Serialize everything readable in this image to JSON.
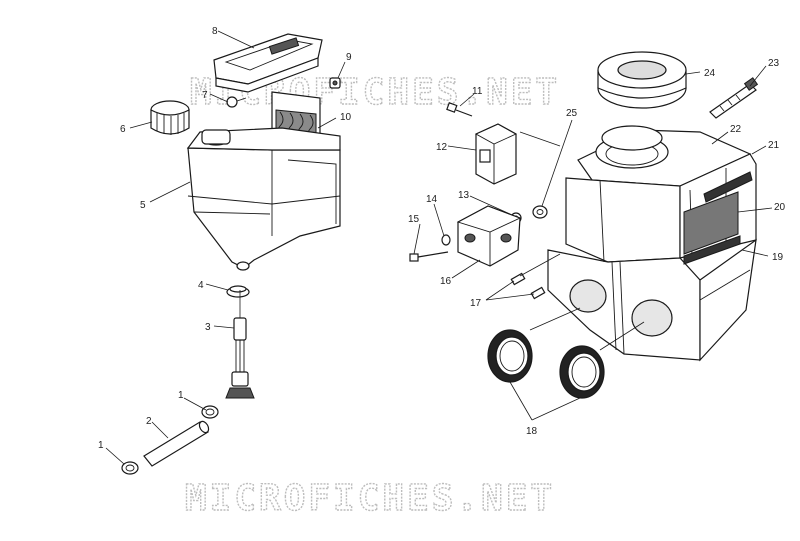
{
  "watermark": "MICROFICHES.NET",
  "callouts": {
    "c1a": "1",
    "c1b": "1",
    "c2": "2",
    "c3": "3",
    "c4": "4",
    "c5": "5",
    "c6": "6",
    "c7": "7",
    "c8": "8",
    "c9": "9",
    "c10": "10",
    "c11": "11",
    "c12": "12",
    "c13": "13",
    "c14": "14",
    "c15": "15",
    "c16": "16",
    "c17": "17",
    "c18": "18",
    "c19": "19",
    "c20": "20",
    "c21": "21",
    "c22": "22",
    "c23": "23",
    "c24": "24",
    "c25": "25"
  },
  "colors": {
    "line": "#1a1a1a",
    "watermark": "#bdbdbd",
    "background": "#ffffff"
  }
}
